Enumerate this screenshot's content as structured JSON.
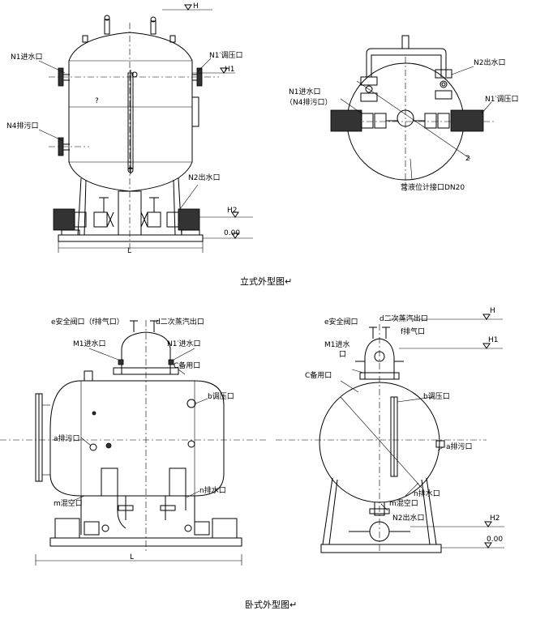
{
  "top_views": {
    "caption": "立式外型图↵",
    "front": {
      "H": "H",
      "H1": "H1",
      "H2": "H2",
      "zero": "0.00",
      "L": "L",
      "q": "?",
      "n1_in": "N1进水口",
      "n1p_reg": "N1′调压口",
      "n4_drain": "N4排污口",
      "n2_out": "N2出水口"
    },
    "plan": {
      "n1_in": "N1进水口",
      "n4_drain": "（N4排污口）",
      "n2_out": "N2出水口",
      "n1p_reg": "N1′调压口",
      "q": "2",
      "level": "营液位计接口DN20"
    }
  },
  "bottom_views": {
    "caption": "卧式外型图↵",
    "side": {
      "e_valve": "e安全阀口（f排气口）",
      "d_vapor": "d二次蒸汽出口",
      "m_in": "M1进水口",
      "m1p_in": "N1′进水口",
      "c_spare": "C备用口",
      "b_reg": "b调压口",
      "a_drain": "a排污口",
      "n_drain": "n排水口",
      "m_mix": "m混空口",
      "L": "L"
    },
    "end": {
      "e_valve": "e安全阀口",
      "d_vapor": "d二次蒸汽出口",
      "f_vent": "f排气口",
      "m_in": "M1进水",
      "m_in2": "口",
      "c_spare": "C备用口",
      "b_reg": "b调压口",
      "a_drain": "a排污口",
      "n_drain": "n排水口",
      "m_mix": "m混空口",
      "n2_out": "N2出水口",
      "H": "H",
      "H1": "H1",
      "H2": "H2",
      "zero": "0.00"
    }
  }
}
